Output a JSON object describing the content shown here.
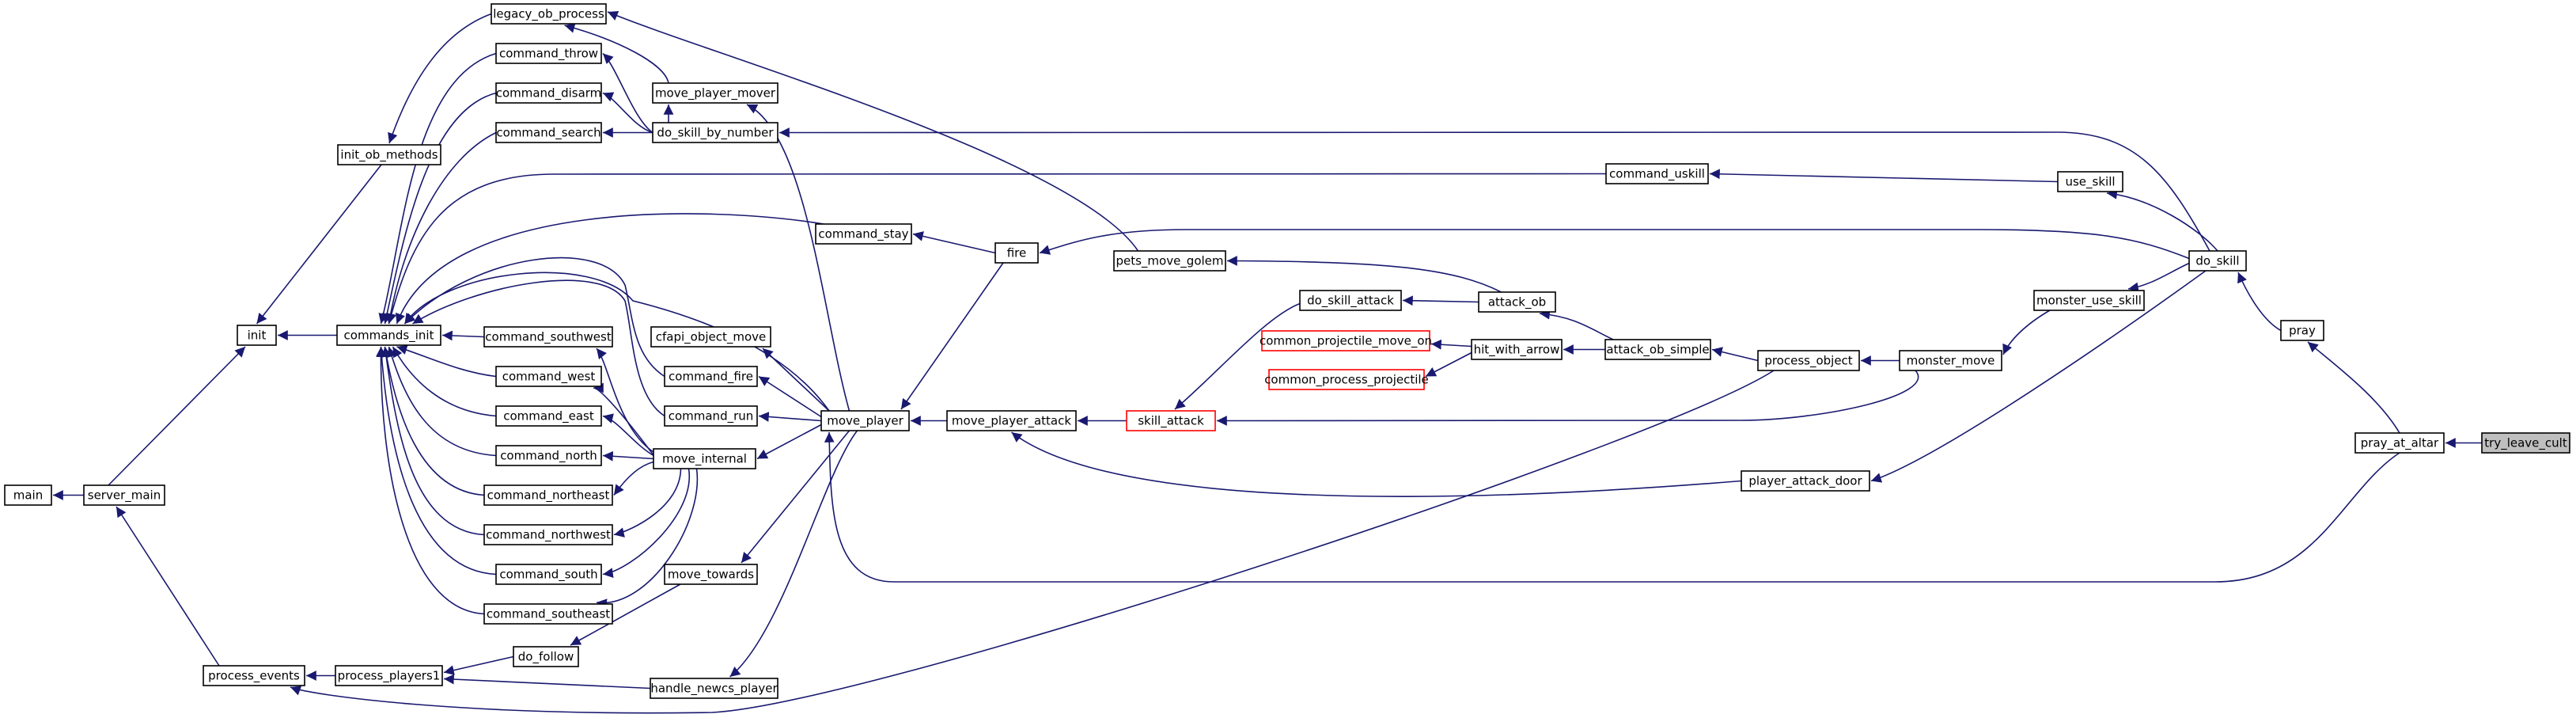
{
  "graph": {
    "colors": {
      "edge": "#191970",
      "node_border": "#000000",
      "external_border": "#ff0000",
      "highlight_fill": "#bfbfbf"
    },
    "nodes": [
      {
        "id": "try_leave_cult",
        "label": "try_leave_cult",
        "highlight": true
      },
      {
        "id": "pray_at_altar",
        "label": "pray_at_altar"
      },
      {
        "id": "pray",
        "label": "pray"
      },
      {
        "id": "do_skill",
        "label": "do_skill"
      },
      {
        "id": "use_skill",
        "label": "use_skill"
      },
      {
        "id": "monster_use_skill",
        "label": "monster_use_skill"
      },
      {
        "id": "command_uskill",
        "label": "command_uskill"
      },
      {
        "id": "monster_move",
        "label": "monster_move"
      },
      {
        "id": "process_object",
        "label": "process_object"
      },
      {
        "id": "player_attack_door",
        "label": "player_attack_door"
      },
      {
        "id": "attack_ob_simple",
        "label": "attack_ob_simple"
      },
      {
        "id": "attack_ob",
        "label": "attack_ob"
      },
      {
        "id": "hit_with_arrow",
        "label": "hit_with_arrow"
      },
      {
        "id": "do_skill_attack",
        "label": "do_skill_attack"
      },
      {
        "id": "common_projectile_move_on",
        "label": "common_projectile_move_on",
        "external": true
      },
      {
        "id": "common_process_projectile",
        "label": "common_process_projectile",
        "external": true
      },
      {
        "id": "skill_attack",
        "label": "skill_attack",
        "external": true
      },
      {
        "id": "move_player_attack",
        "label": "move_player_attack"
      },
      {
        "id": "pets_move_golem",
        "label": "pets_move_golem"
      },
      {
        "id": "fire",
        "label": "fire"
      },
      {
        "id": "command_stay",
        "label": "command_stay"
      },
      {
        "id": "move_player",
        "label": "move_player"
      },
      {
        "id": "cfapi_object_move",
        "label": "cfapi_object_move"
      },
      {
        "id": "command_fire",
        "label": "command_fire"
      },
      {
        "id": "command_run",
        "label": "command_run"
      },
      {
        "id": "move_internal",
        "label": "move_internal"
      },
      {
        "id": "move_towards",
        "label": "move_towards"
      },
      {
        "id": "handle_newcs_player",
        "label": "handle_newcs_player"
      },
      {
        "id": "do_follow",
        "label": "do_follow"
      },
      {
        "id": "process_players1",
        "label": "process_players1"
      },
      {
        "id": "process_events",
        "label": "process_events"
      },
      {
        "id": "server_main",
        "label": "server_main"
      },
      {
        "id": "main",
        "label": "main"
      },
      {
        "id": "init",
        "label": "init"
      },
      {
        "id": "init_ob_methods",
        "label": "init_ob_methods"
      },
      {
        "id": "commands_init",
        "label": "commands_init"
      },
      {
        "id": "legacy_ob_process",
        "label": "legacy_ob_process"
      },
      {
        "id": "command_throw",
        "label": "command_throw"
      },
      {
        "id": "command_disarm",
        "label": "command_disarm"
      },
      {
        "id": "command_search",
        "label": "command_search"
      },
      {
        "id": "move_player_mover",
        "label": "move_player_mover"
      },
      {
        "id": "do_skill_by_number",
        "label": "do_skill_by_number"
      },
      {
        "id": "command_southwest",
        "label": "command_southwest"
      },
      {
        "id": "command_west",
        "label": "command_west"
      },
      {
        "id": "command_east",
        "label": "command_east"
      },
      {
        "id": "command_north",
        "label": "command_north"
      },
      {
        "id": "command_northeast",
        "label": "command_northeast"
      },
      {
        "id": "command_northwest",
        "label": "command_northwest"
      },
      {
        "id": "command_south",
        "label": "command_south"
      },
      {
        "id": "command_southeast",
        "label": "command_southeast"
      }
    ]
  }
}
